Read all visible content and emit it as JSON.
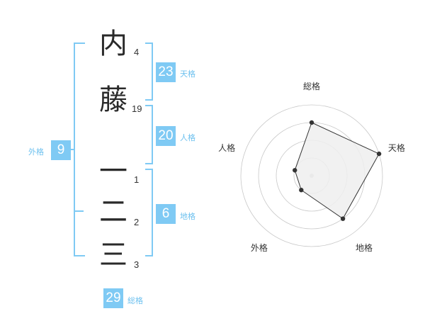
{
  "name": {
    "surname": [
      {
        "char": "内",
        "strokes": "4"
      },
      {
        "char": "藤",
        "strokes": "19"
      }
    ],
    "given": [
      {
        "char": "一",
        "strokes": "1"
      },
      {
        "char": "二",
        "strokes": "2"
      },
      {
        "char": "三",
        "strokes": "3"
      }
    ]
  },
  "kakusu": {
    "tenkaku": {
      "label": "天格",
      "value": "23"
    },
    "jinkaku": {
      "label": "人格",
      "value": "20"
    },
    "chikaku": {
      "label": "地格",
      "value": "6"
    },
    "gaikaku": {
      "label": "外格",
      "value": "9"
    },
    "soukaku": {
      "label": "総格",
      "value": "29"
    }
  },
  "colors": {
    "accent": "#7fcaf4",
    "label": "#6ec1ef"
  },
  "chart_data": {
    "type": "radar",
    "axes": [
      "総格",
      "天格",
      "地格",
      "外格",
      "人格"
    ],
    "values": [
      0.75,
      1.0,
      0.75,
      0.25,
      0.25
    ],
    "rings": 4,
    "range": [
      0,
      1
    ]
  }
}
